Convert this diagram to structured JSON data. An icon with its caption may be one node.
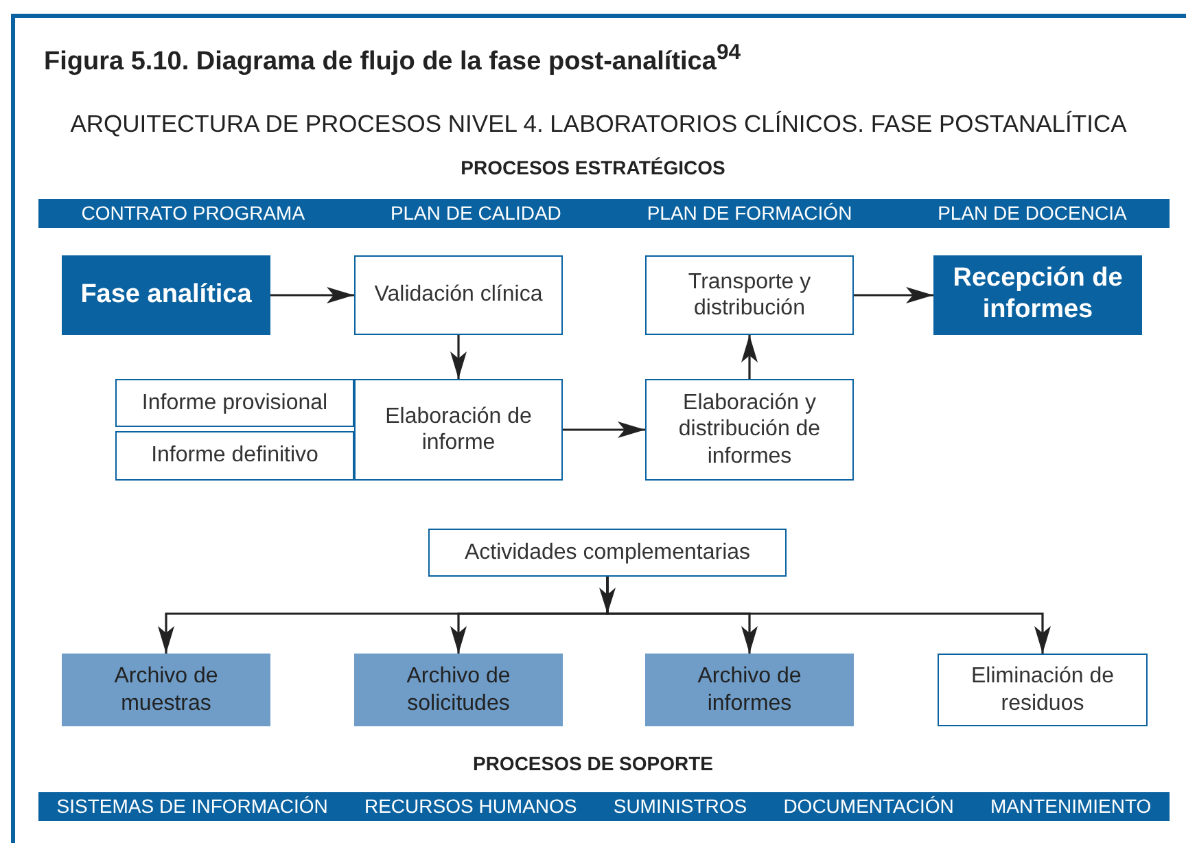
{
  "diagram": {
    "title": "Figura 5.10. Diagrama de flujo de la fase post-analítica$^{94}$",
    "nodes": [
      {
        "text": [
          "CONTRATO PROGRAMA",
          "PLAN DE CALIDAD",
          "PLAN DE FORMACIÓN",
          "PLAN DE DOCENCIA"
        ]
      },
      {
        "text": [
          "Fase analítica"
        ]
      },
      {
        "text": [
          "Validación clínica"
        ]
      },
      {
        "text": [
          "Transporte y distribución"
        ]
      },
      {
        "text": [
          "Recepción de informes"
        ]
      },
      {
        "text": [
          "Informe provisional"
        ]
      },
      {
        "text": [
          "Elaboración de informe"
        ]
      },
      {
        "text": [
          "Elaboración y distribución de informes"
        ]
      },
      {
        "text": [
          "Informe definitivo"
        ]
      },
      {
        "text": [
          "Actividades complementarias"
        ]
      },
      {
        "text": [
          "Archivo de muestras"
        ]
      },
      {
        "text": [
          "Archivo de solicitudes"
        ]
      },
      {
        "text": [
          "Archivo de informes"
        ]
      },
      {
        "text": [
          "Eliminación de residuos"
        ]
      },
      {
        "text": [
          "SISTEMAS DE INFORMACIÓN",
          "RECURSOS HUMANOS",
          "SUMINISTROS",
          "DOCUMENTACIÓN",
          "MANTENIMIENTO"
        ]
      }
    ],
    "edges": [
      {
        "from": 1,
        "to": 2,
        "arrow": "to"
      },
      {
        "from": 2,
        "to": 6,
        "arrow": "to"
      },
      {
        "from": 6,
        "to": 7,
        "arrow": "to"
      },
      {
        "from": 7,
        "to": 3,
        "arrow": "to"
      },
      {
        "from": 3,
        "to": 4,
        "arrow": "to"
      },
      {
        "from": 9,
        "to": 10,
        "arrow": "to"
      },
      {
        "from": 9,
        "to": 11,
        "arrow": "to"
      },
      {
        "from": 9,
        "to": 12,
        "arrow": "to"
      },
      {
        "from": 9,
        "to": 13,
        "arrow": "to"
      }
    ],
    "labels": [
      "ARQUITECTURA DE PROCESOS NIVEL 4. LABORATORIOS CLÍNICOS. FASE POSTANALÍTICA",
      "PROCESOS ESTRATÉGICOS",
      "PROCESOS DE SOPORTE"
    ]
  }
}
